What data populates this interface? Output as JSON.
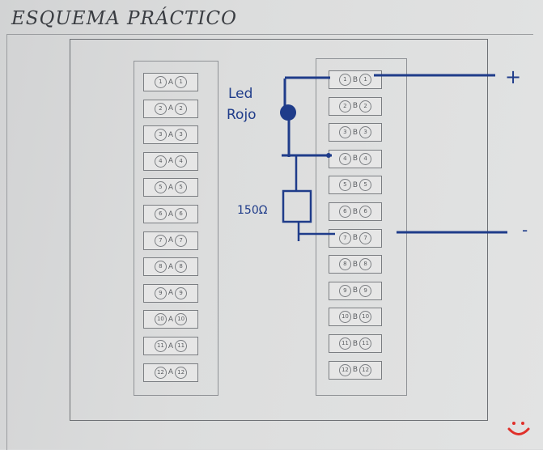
{
  "title": "ESQUEMA PRÁCTICO",
  "strip_a": {
    "letter": "A",
    "terminals": [
      "1",
      "2",
      "3",
      "4",
      "5",
      "6",
      "7",
      "8",
      "9",
      "10",
      "11",
      "12"
    ]
  },
  "strip_b": {
    "letter": "B",
    "terminals": [
      "1",
      "2",
      "3",
      "4",
      "5",
      "6",
      "7",
      "8",
      "9",
      "10",
      "11",
      "12"
    ]
  },
  "labels": {
    "led_line1": "Led",
    "led_line2": "Rojo",
    "resistor": "150Ω",
    "plus": "+",
    "minus": "-"
  },
  "colors": {
    "ink": "#1f3c8a",
    "logo": "#e0302a"
  }
}
